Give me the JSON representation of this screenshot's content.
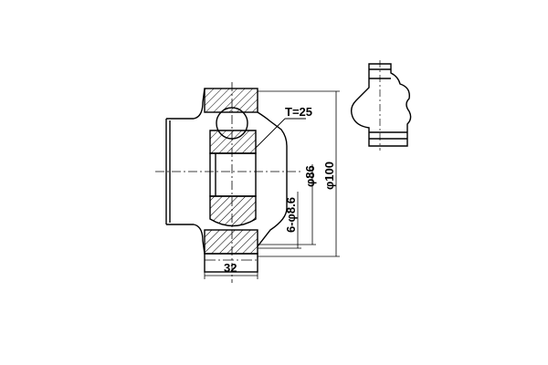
{
  "labels": {
    "thickness": "T=25",
    "pcd": "φ86",
    "outer_diameter": "φ100",
    "holes": "6-φ8.6",
    "width": "32"
  }
}
